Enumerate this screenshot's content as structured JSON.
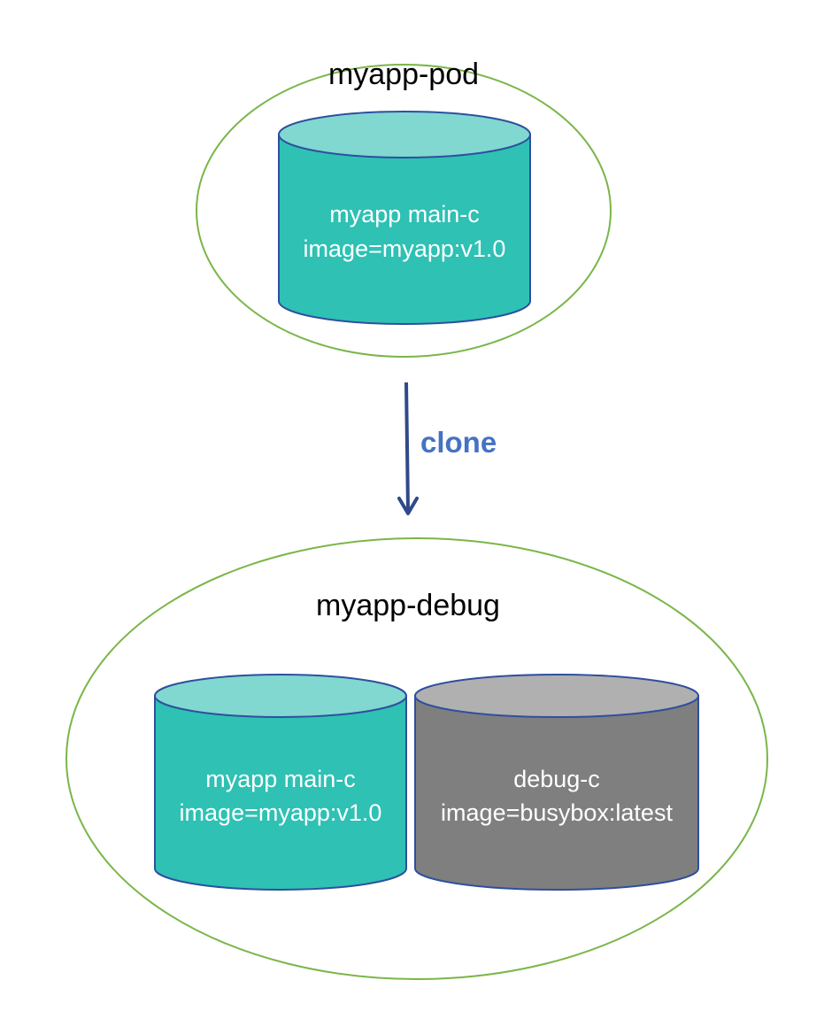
{
  "colors": {
    "pod_border": "#7ab648",
    "teal_side": "#2ec1b4",
    "teal_top": "#80d8d0",
    "gray_side": "#7f7f7f",
    "gray_top": "#b0b0b0",
    "cylinder_outline": "#2f4f9e",
    "arrow": "#2f4a8a",
    "clone_label": "#4472c4"
  },
  "pods": {
    "source": {
      "title": "myapp-pod",
      "containers": [
        {
          "name": "myapp main-c",
          "image": "image=myapp:v1.0",
          "color": "teal"
        }
      ]
    },
    "debug": {
      "title": "myapp-debug",
      "containers": [
        {
          "name": "myapp main-c",
          "image": "image=myapp:v1.0",
          "color": "teal"
        },
        {
          "name": "debug-c",
          "image": "image=busybox:latest",
          "color": "gray"
        }
      ]
    }
  },
  "edge": {
    "label": "clone",
    "icon": "arrow-down-icon"
  }
}
